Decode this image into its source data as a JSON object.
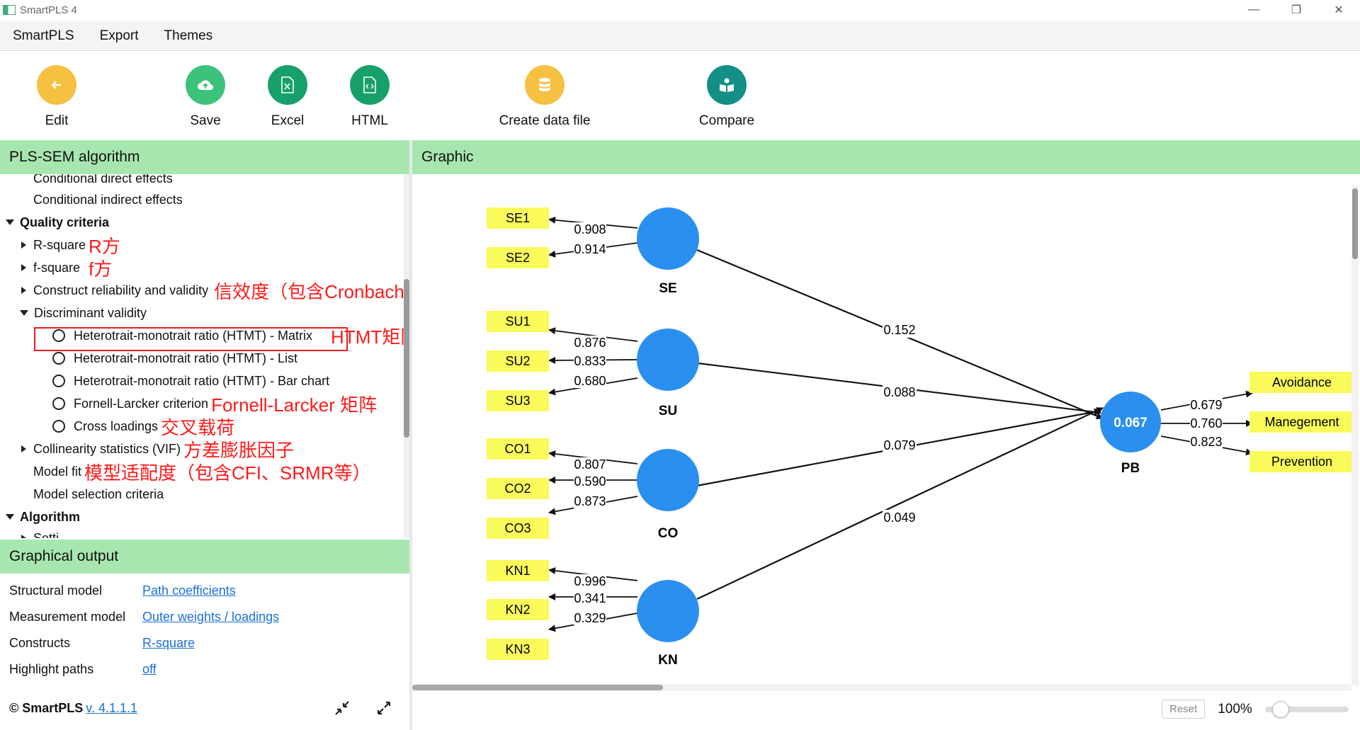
{
  "window": {
    "title": "SmartPLS 4",
    "controls": [
      "—",
      "❐",
      "✕"
    ]
  },
  "menu": [
    "SmartPLS",
    "Export",
    "Themes"
  ],
  "toolbar": {
    "edit": "Edit",
    "save": "Save",
    "excel": "Excel",
    "html": "HTML",
    "create_data_file": "Create data file",
    "compare": "Compare",
    "colors": {
      "edit": "#f6c040",
      "save": "#3cc27a",
      "excel": "#17a06a",
      "html": "#17a06a",
      "create": "#f6c040",
      "compare": "#138f86"
    }
  },
  "left_panel": {
    "title": "PLS-SEM algorithm",
    "tree": {
      "cond_direct": "Conditional direct effects",
      "cond_indirect": "Conditional indirect effects",
      "quality_criteria": "Quality criteria",
      "r_square": "R-square",
      "r_square_note": "R方",
      "f_square": "f-square",
      "f_square_note": "f方",
      "reliability": "Construct reliability and validity",
      "reliability_note": "信效度（包含Cronbach'α、CR、AVE）",
      "discriminant": "Discriminant validity",
      "htmt_matrix": "Heterotrait-monotrait ratio (HTMT) - Matrix",
      "htmt_matrix_note": "HTMT矩阵",
      "htmt_list": "Heterotrait-monotrait ratio (HTMT) - List",
      "htmt_bar": "Heterotrait-monotrait ratio (HTMT) - Bar chart",
      "fornell": "Fornell-Larcker criterion",
      "fornell_note": "Fornell-Larcker 矩阵",
      "cross": "Cross loadings",
      "cross_note": "交叉载荷",
      "vif": "Collinearity statistics (VIF)",
      "vif_note": "方差膨胀因子",
      "model_fit": "Model fit",
      "model_fit_note": "模型适配度（包含CFI、SRMR等）",
      "model_selection": "Model selection criteria",
      "algorithm": "Algorithm",
      "settings_cut": "Setti..."
    }
  },
  "graphical_output": {
    "title": "Graphical output",
    "rows": [
      {
        "key": "Structural model",
        "value": "Path coefficients"
      },
      {
        "key": "Measurement model",
        "value": "Outer weights / loadings"
      },
      {
        "key": "Constructs",
        "value": "R-square"
      },
      {
        "key": "Highlight paths",
        "value": "off"
      }
    ]
  },
  "footer": {
    "copyright": "© SmartPLS",
    "version": "v. 4.1.1.1"
  },
  "graphic": {
    "title": "Graphic",
    "constructs": {
      "SE": "SE",
      "SU": "SU",
      "CO": "CO",
      "KN": "KN",
      "PB": "PB",
      "pb_r2": "0.067",
      "node_color": "#2b8ff0",
      "indicator_color": "#fafa5a"
    },
    "indicators": {
      "SE": [
        {
          "name": "SE1",
          "loading": "0.908"
        },
        {
          "name": "SE2",
          "loading": "0.914"
        }
      ],
      "SU": [
        {
          "name": "SU1",
          "loading": "0.876"
        },
        {
          "name": "SU2",
          "loading": "0.833"
        },
        {
          "name": "SU3",
          "loading": "0.680"
        }
      ],
      "CO": [
        {
          "name": "CO1",
          "loading": "0.807"
        },
        {
          "name": "CO2",
          "loading": "0.590"
        },
        {
          "name": "CO3",
          "loading": "0.873"
        }
      ],
      "KN": [
        {
          "name": "KN1",
          "loading": "0.996"
        },
        {
          "name": "KN2",
          "loading": "0.341"
        },
        {
          "name": "KN3",
          "loading": "0.329"
        }
      ],
      "PB": [
        {
          "name": "Avoidance",
          "loading": "0.679"
        },
        {
          "name": "Manegement",
          "loading": "0.760"
        },
        {
          "name": "Prevention",
          "loading": "0.823"
        }
      ]
    },
    "paths": {
      "SE": "0.152",
      "SU": "0.088",
      "CO": "0.079",
      "KN": "0.049"
    }
  },
  "zoom": {
    "reset": "Reset",
    "level": "100%",
    "slider_fraction": 0.1
  }
}
